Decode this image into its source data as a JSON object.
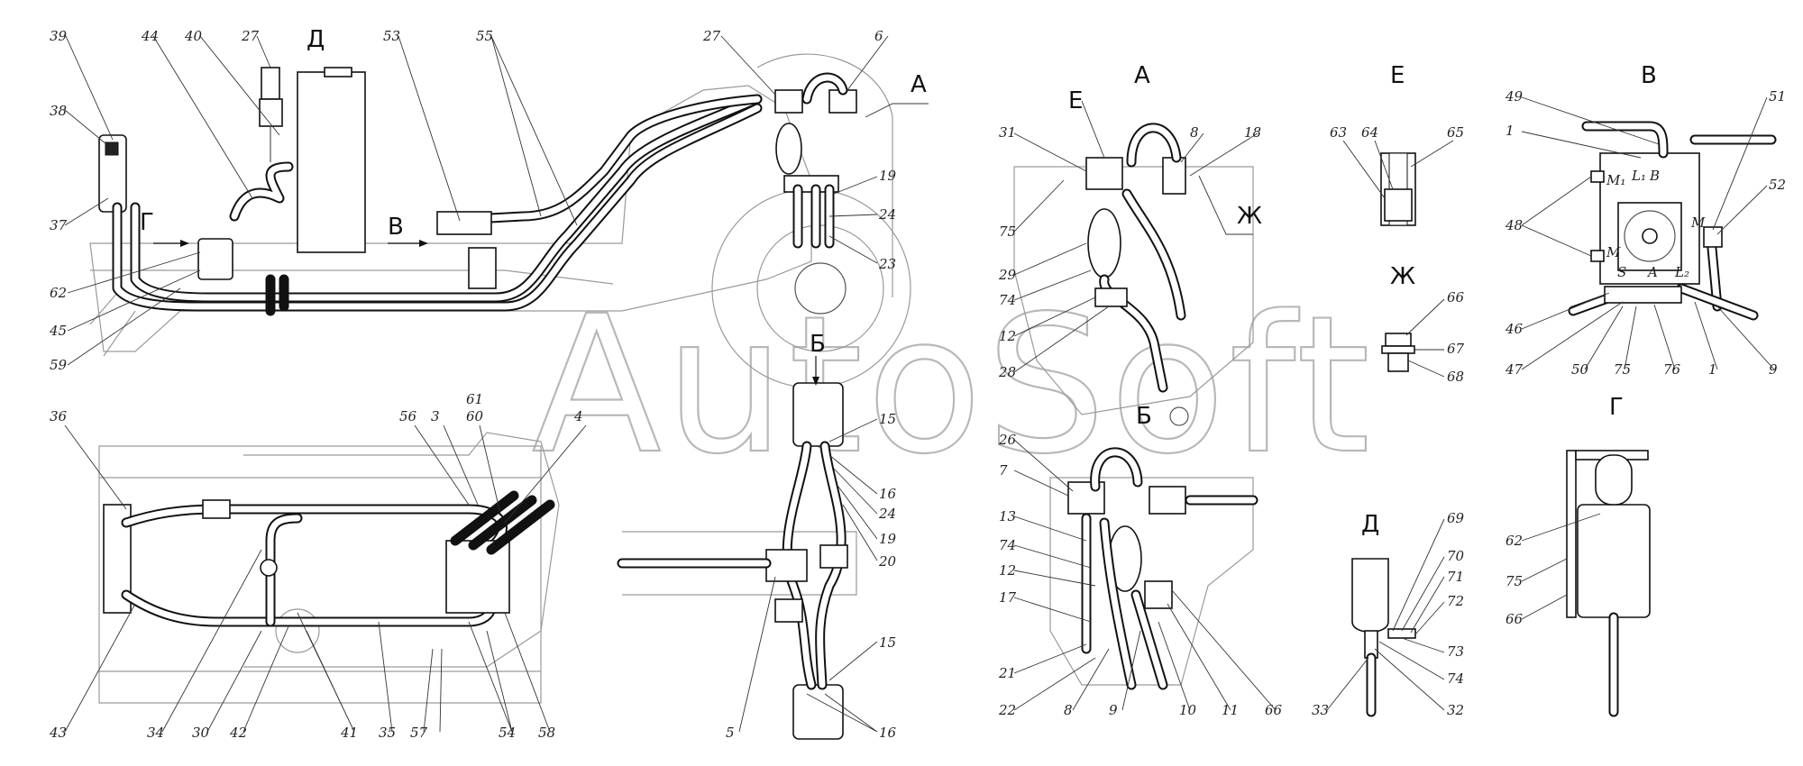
{
  "watermark": "AutoSoft",
  "views": {
    "A_main": "А",
    "D_top": "Д",
    "A_detail": "А",
    "E_sub": "Е",
    "E_detail": "Е",
    "Zh_sub": "Ж",
    "Zh_detail": "Ж",
    "V_arrow": "В",
    "V_detail": "В",
    "G_arrow": "Г",
    "G_detail": "Г",
    "B_arrow": "Б",
    "B_detail": "Б",
    "D_detail": "Д"
  },
  "labels": {
    "top_left": [
      "39",
      "44",
      "40",
      "27",
      "53",
      "55",
      "27",
      "6",
      "38",
      "37",
      "62",
      "45",
      "59",
      "19",
      "24",
      "23"
    ],
    "bottom_left": [
      "36",
      "56",
      "3",
      "61",
      "60",
      "4",
      "43",
      "34",
      "30",
      "42",
      "41",
      "35",
      "57",
      "54",
      "58"
    ],
    "center_B": [
      "15",
      "16",
      "24",
      "19",
      "20",
      "15",
      "16",
      "5"
    ],
    "detail_A": [
      "31",
      "8",
      "18",
      "75",
      "29",
      "74",
      "12",
      "28"
    ],
    "detail_B": [
      "26",
      "7",
      "13",
      "74",
      "12",
      "17",
      "21",
      "22",
      "8",
      "9",
      "10",
      "11",
      "66"
    ],
    "detail_E": [
      "63",
      "64",
      "65"
    ],
    "detail_Zh": [
      "66",
      "67",
      "68"
    ],
    "detail_D": [
      "69",
      "70",
      "71",
      "72",
      "73",
      "74",
      "32",
      "33"
    ],
    "detail_V": [
      "49",
      "1",
      "51",
      "52",
      "48",
      "46",
      "47",
      "50",
      "75",
      "76",
      "1",
      "9"
    ],
    "detail_G": [
      "62",
      "75",
      "66"
    ]
  },
  "port_marks": {
    "L1": "L₁",
    "B": "B",
    "M1": "M₁",
    "M": "M",
    "M_side": "M",
    "S": "S",
    "A": "A",
    "L2": "L₂"
  }
}
